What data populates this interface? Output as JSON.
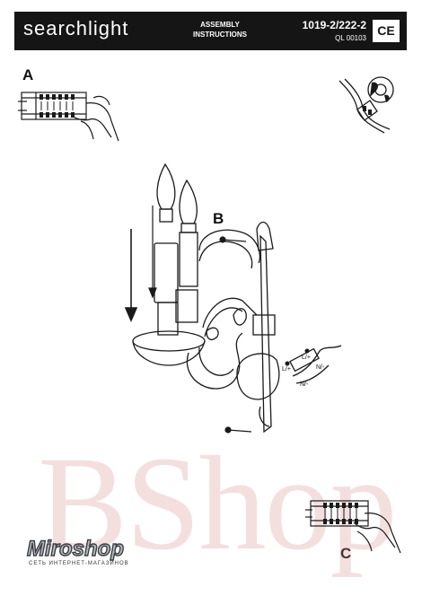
{
  "header": {
    "brand": "searchlight",
    "assembly_line1": "ASSEMBLY",
    "assembly_line2": "INSTRUCTIONS",
    "model": "1019-2/222-2",
    "code": "QL 00103",
    "ce_mark": "CE"
  },
  "steps": {
    "a": "A",
    "b": "B",
    "c": "C"
  },
  "wiring_labels": {
    "live_left": "L/+",
    "live_top": "L/+",
    "neutral_right": "N/-",
    "neutral_bottom": "N/-"
  },
  "watermark": {
    "text": "BShop",
    "logo": "Miroshop",
    "logo_sub": "СЕТЬ ИНТЕРНЕТ-МАГАЗИНОВ"
  },
  "colors": {
    "header_bg": "#151515",
    "line_art": "#1a1a1a",
    "watermark": "#d68c8c"
  }
}
